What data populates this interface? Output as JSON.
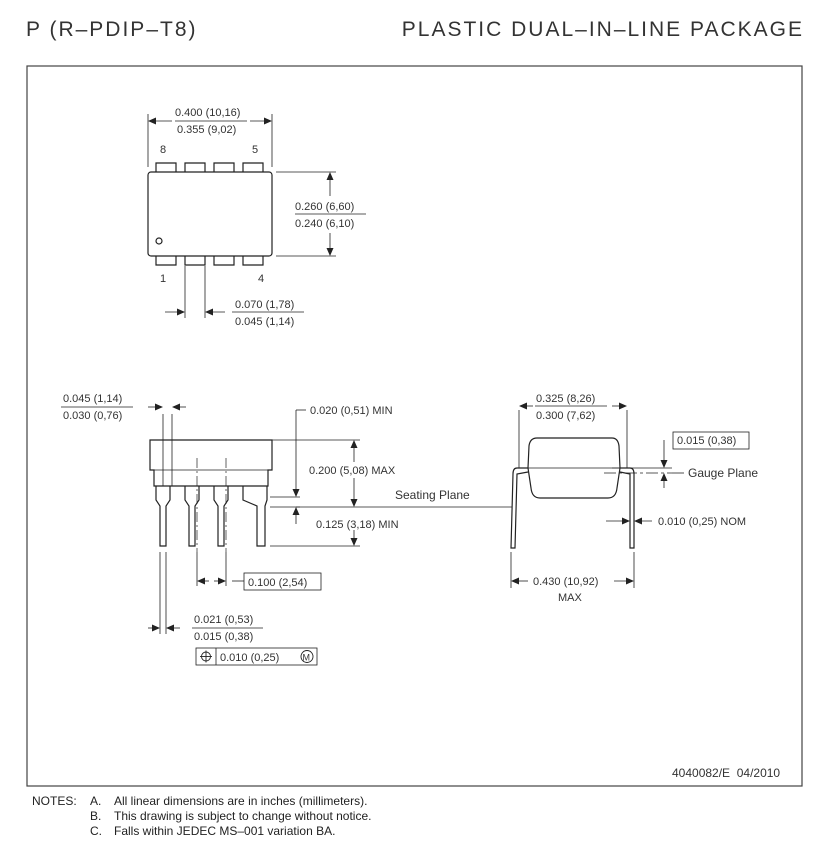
{
  "header": {
    "package_code": "P (R–PDIP–T8)",
    "package_name": "PLASTIC DUAL–IN–LINE PACKAGE"
  },
  "top_view": {
    "width_max": "0.400 (10,16)",
    "width_min": "0.355 (9,02)",
    "height_max": "0.260 (6,60)",
    "height_min": "0.240 (6,10)",
    "pitch_max": "0.070 (1,78)",
    "pitch_min": "0.045 (1,14)",
    "pin_top_left": "8",
    "pin_top_right": "5",
    "pin_bottom_left": "1",
    "pin_bottom_right": "4"
  },
  "side_view": {
    "shoulder_max": "0.045 (1,14)",
    "shoulder_min": "0.030 (0,76)",
    "standoff": "0.020 (0,51) MIN",
    "body_height": "0.200 (5,08) MAX",
    "seating_plane": "Seating Plane",
    "lead_length": "0.125 (3,18) MIN",
    "lead_pitch": "0.100 (2,54)",
    "lead_width_max": "0.021 (0,53)",
    "lead_width_min": "0.015 (0,38)",
    "tolerance": "0.010 (0,25)",
    "tolerance_symbol": "M"
  },
  "end_view": {
    "row_spacing_max": "0.325 (8,26)",
    "row_spacing_min": "0.300 (7,62)",
    "gauge_height": "0.015 (0,38)",
    "gauge_plane": "Gauge Plane",
    "lead_thickness": "0.010 (0,25) NOM",
    "overall_width": "0.430 (10,92)",
    "overall_width_suffix": "MAX"
  },
  "footer": {
    "drawing_id": "4040082/E  04/2010"
  },
  "notes": {
    "heading": "NOTES:",
    "items": [
      {
        "letter": "A.",
        "text": "All linear dimensions are in inches (millimeters)."
      },
      {
        "letter": "B.",
        "text": "This drawing is subject to change without notice."
      },
      {
        "letter": "C.",
        "text": "Falls within JEDEC MS–001 variation BA."
      }
    ]
  }
}
